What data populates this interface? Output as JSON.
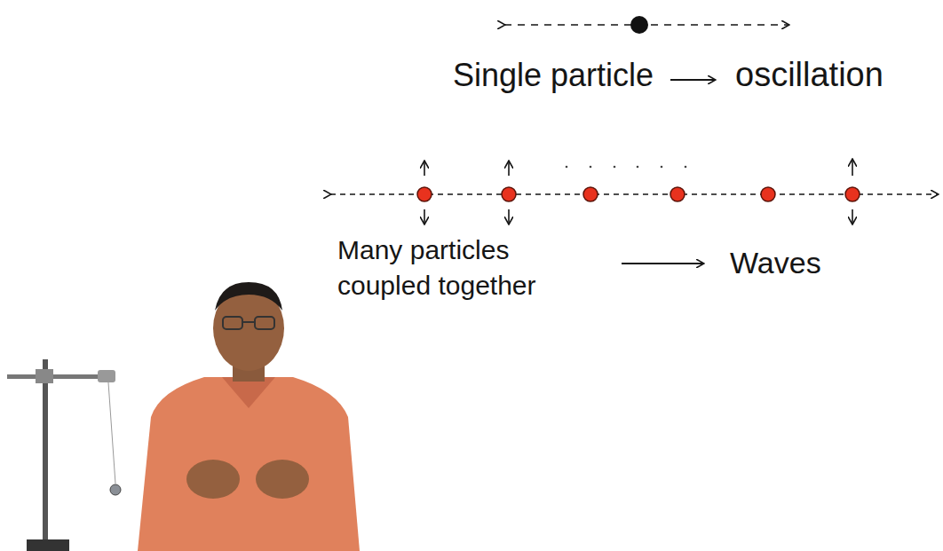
{
  "diagram": {
    "labels": [
      "Single particle",
      "oscillation",
      "Many particles coupled together",
      "Waves"
    ]
  }
}
